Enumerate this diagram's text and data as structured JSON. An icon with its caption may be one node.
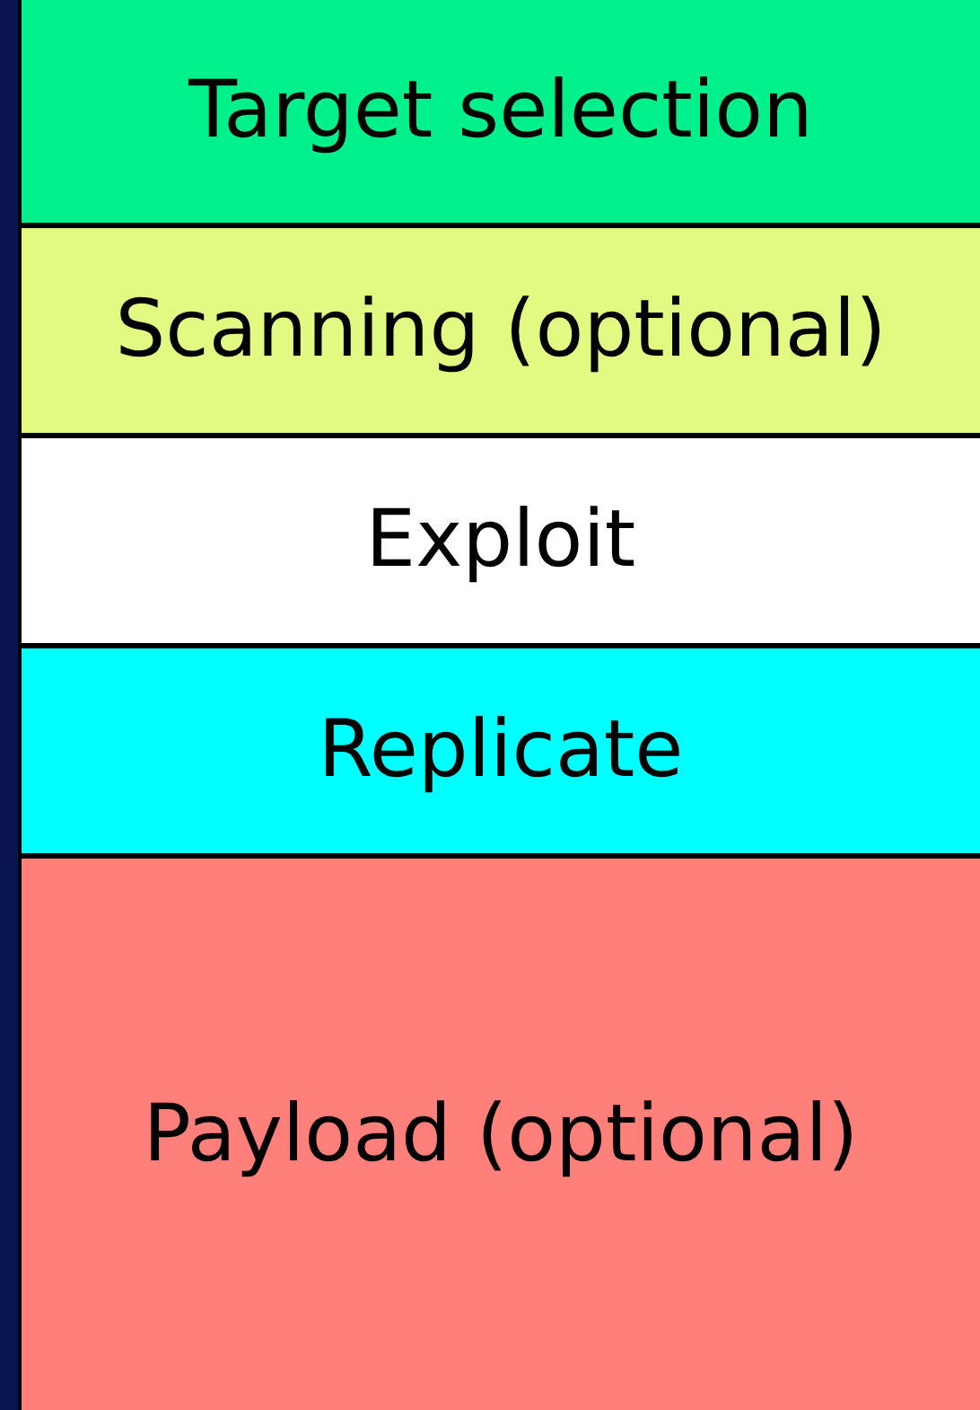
{
  "diagram": {
    "nodes": [
      {
        "text": [
          "Target selection"
        ]
      },
      {
        "text": [
          "Scanning (optional)"
        ]
      },
      {
        "text": [
          "Exploit"
        ]
      },
      {
        "text": [
          "Replicate"
        ]
      },
      {
        "text": [
          "Payload (optional)"
        ]
      }
    ]
  }
}
